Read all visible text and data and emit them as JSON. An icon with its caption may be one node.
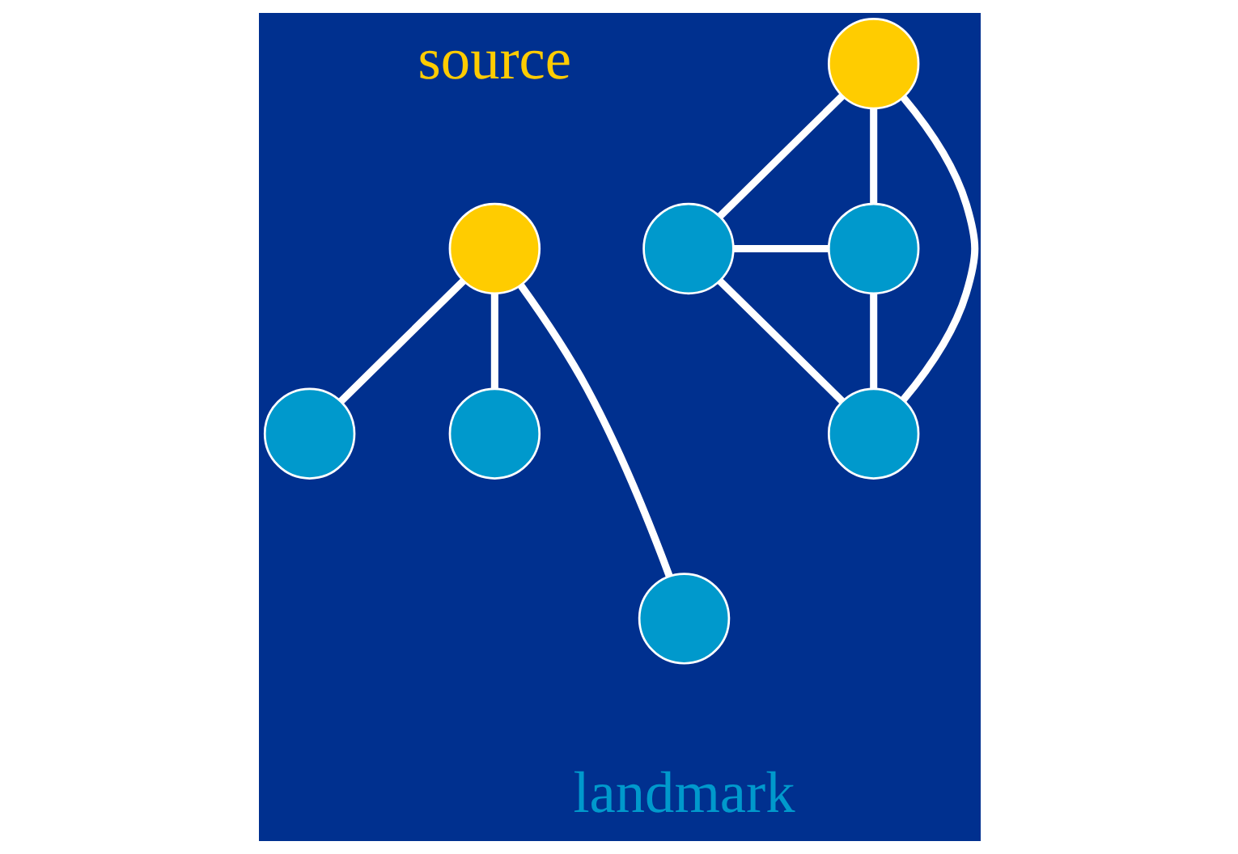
{
  "diagram": {
    "nodes": [
      {
        "text": [],
        "shape": "circle",
        "beside": [
          "source"
        ]
      },
      {
        "text": [],
        "shape": "circle"
      },
      {
        "text": [],
        "shape": "circle"
      },
      {
        "text": [],
        "shape": "circle",
        "beside": [
          "landmark"
        ]
      },
      {
        "text": [],
        "shape": "circle"
      },
      {
        "text": [],
        "shape": "circle"
      },
      {
        "text": [],
        "shape": "circle"
      },
      {
        "text": [],
        "shape": "circle"
      }
    ],
    "edges": [
      {
        "from": 0,
        "to": 1,
        "arrow": "none"
      },
      {
        "from": 0,
        "to": 3,
        "arrow": "none"
      },
      {
        "from": 0,
        "to": 2,
        "arrow": "none"
      },
      {
        "from": 4,
        "to": 5,
        "arrow": "none"
      },
      {
        "from": 4,
        "to": 7,
        "arrow": "none"
      },
      {
        "from": 4,
        "to": 6,
        "arrow": "none"
      },
      {
        "from": 5,
        "to": 6,
        "arrow": "none"
      },
      {
        "from": 5,
        "to": 7,
        "arrow": "none"
      },
      {
        "from": 6,
        "to": 7,
        "arrow": "none"
      }
    ]
  }
}
